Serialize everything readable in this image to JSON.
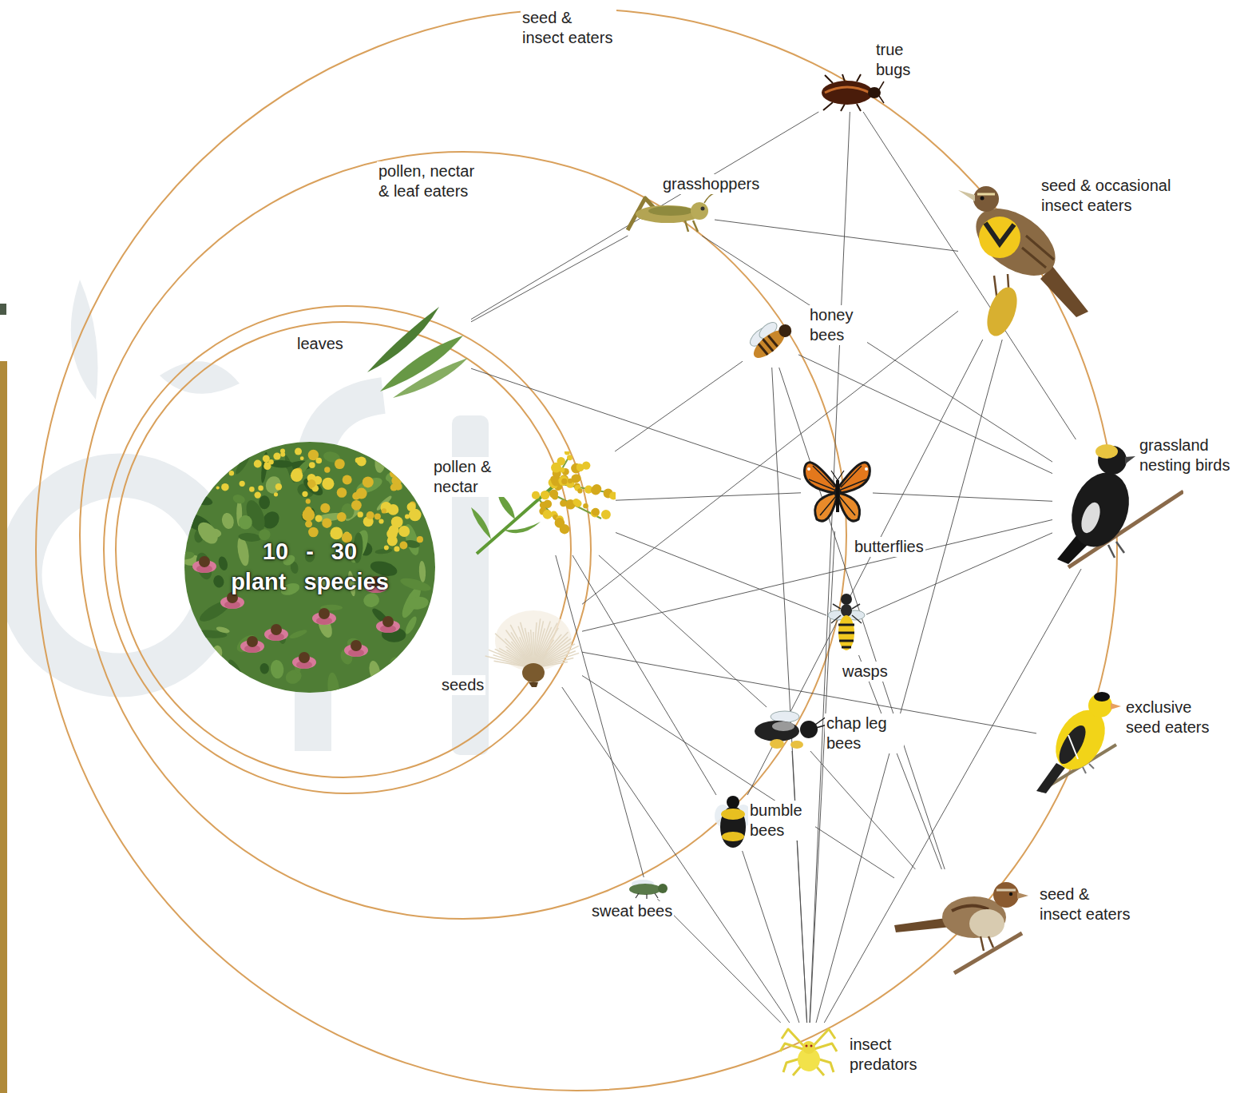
{
  "diagram": {
    "nodes": [
      {
        "text": [
          "10 - 30 plant species"
        ]
      },
      {
        "text": [
          "leaves"
        ]
      },
      {
        "text": [
          "pollen & nectar"
        ]
      },
      {
        "text": [
          "seeds"
        ]
      },
      {
        "text": [
          "grasshoppers"
        ]
      },
      {
        "text": [
          "true bugs"
        ]
      },
      {
        "text": [
          "honey bees"
        ]
      },
      {
        "text": [
          "butterflies"
        ]
      },
      {
        "text": [
          "wasps"
        ]
      },
      {
        "text": [
          "chap leg bees"
        ]
      },
      {
        "text": [
          "bumble bees"
        ]
      },
      {
        "text": [
          "sweat bees"
        ]
      },
      {
        "text": [
          "seed & occasional insect eaters"
        ]
      },
      {
        "text": [
          "grassland nesting birds"
        ]
      },
      {
        "text": [
          "exclusive seed eaters"
        ]
      },
      {
        "text": [
          "seed & insect eaters"
        ]
      },
      {
        "text": [
          "insect predators"
        ]
      }
    ],
    "edges": [
      {
        "from": 1,
        "to": 5,
        "arrow": "none"
      },
      {
        "from": 1,
        "to": 4,
        "arrow": "none"
      },
      {
        "from": 1,
        "to": 7,
        "arrow": "none"
      },
      {
        "from": 2,
        "to": 6,
        "arrow": "none"
      },
      {
        "from": 2,
        "to": 7,
        "arrow": "none"
      },
      {
        "from": 2,
        "to": 8,
        "arrow": "none"
      },
      {
        "from": 2,
        "to": 9,
        "arrow": "none"
      },
      {
        "from": 2,
        "to": 10,
        "arrow": "none"
      },
      {
        "from": 2,
        "to": 11,
        "arrow": "none"
      },
      {
        "from": 3,
        "to": 12,
        "arrow": "none"
      },
      {
        "from": 3,
        "to": 13,
        "arrow": "none"
      },
      {
        "from": 3,
        "to": 14,
        "arrow": "none"
      },
      {
        "from": 3,
        "to": 15,
        "arrow": "none"
      },
      {
        "from": 3,
        "to": 16,
        "arrow": "none"
      },
      {
        "from": 4,
        "to": 12,
        "arrow": "none"
      },
      {
        "from": 4,
        "to": 13,
        "arrow": "none"
      },
      {
        "from": 5,
        "to": 13,
        "arrow": "none"
      },
      {
        "from": 5,
        "to": 16,
        "arrow": "none"
      },
      {
        "from": 6,
        "to": 13,
        "arrow": "none"
      },
      {
        "from": 6,
        "to": 15,
        "arrow": "none"
      },
      {
        "from": 6,
        "to": 16,
        "arrow": "none"
      },
      {
        "from": 7,
        "to": 13,
        "arrow": "none"
      },
      {
        "from": 7,
        "to": 16,
        "arrow": "none"
      },
      {
        "from": 8,
        "to": 13,
        "arrow": "none"
      },
      {
        "from": 8,
        "to": 15,
        "arrow": "none"
      },
      {
        "from": 9,
        "to": 15,
        "arrow": "none"
      },
      {
        "from": 9,
        "to": 16,
        "arrow": "none"
      },
      {
        "from": 10,
        "to": 12,
        "arrow": "none"
      },
      {
        "from": 10,
        "to": 16,
        "arrow": "none"
      },
      {
        "from": 11,
        "to": 16,
        "arrow": "none"
      },
      {
        "from": 16,
        "to": 13,
        "arrow": "none"
      },
      {
        "from": 16,
        "to": 12,
        "arrow": "none"
      }
    ],
    "labels": [
      "seed & insect eaters",
      "pollen, nectar & leaf eaters"
    ]
  }
}
